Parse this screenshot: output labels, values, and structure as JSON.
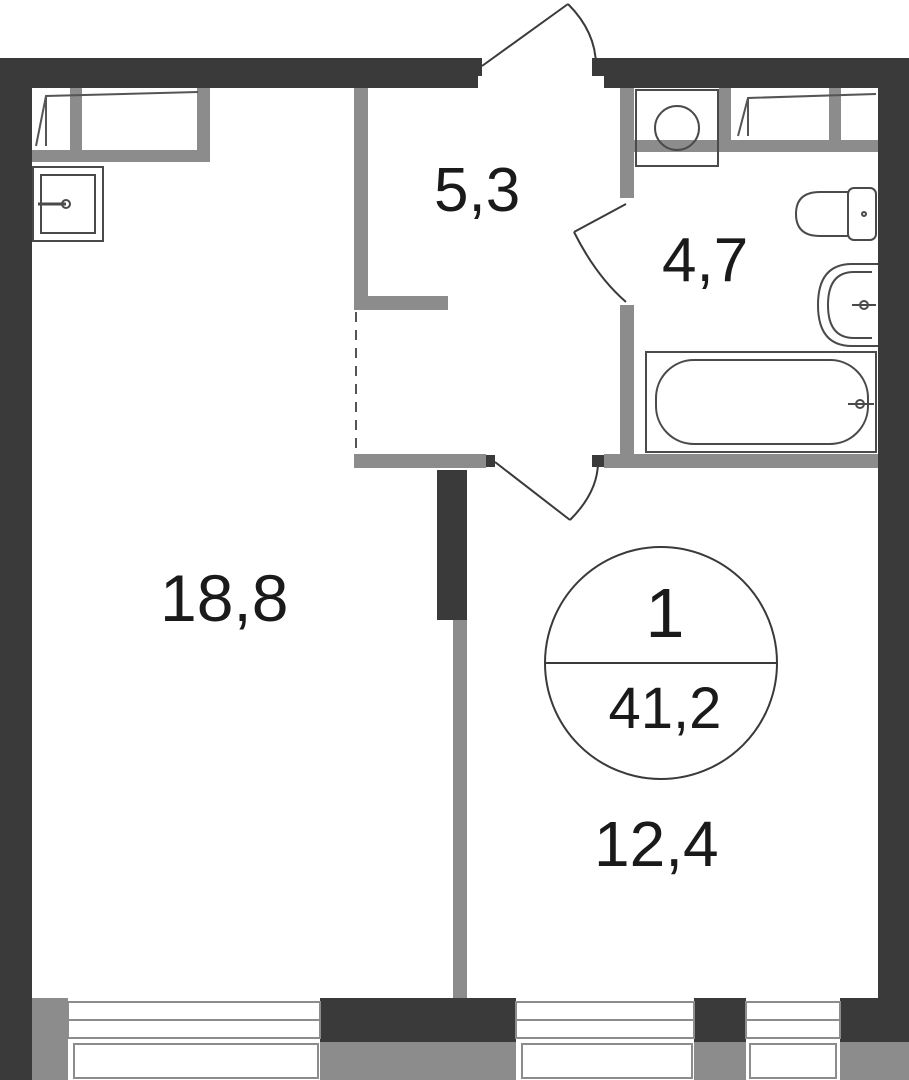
{
  "rooms": {
    "living": "18,8",
    "hall": "5,3",
    "bathroom": "4,7",
    "kitchen": "12,4"
  },
  "badge": {
    "rooms_count": "1",
    "total_area": "41,2"
  },
  "colors": {
    "outer_wall": "#3a3a3a",
    "inner_wall": "#8c8c8c",
    "fixture_line": "#4a4a4a",
    "background": "#ffffff"
  },
  "icons": [
    "sink-icon",
    "washing-machine-icon",
    "toilet-icon",
    "washbasin-icon",
    "bathtub-icon",
    "door-swing-icon",
    "window-icon"
  ]
}
